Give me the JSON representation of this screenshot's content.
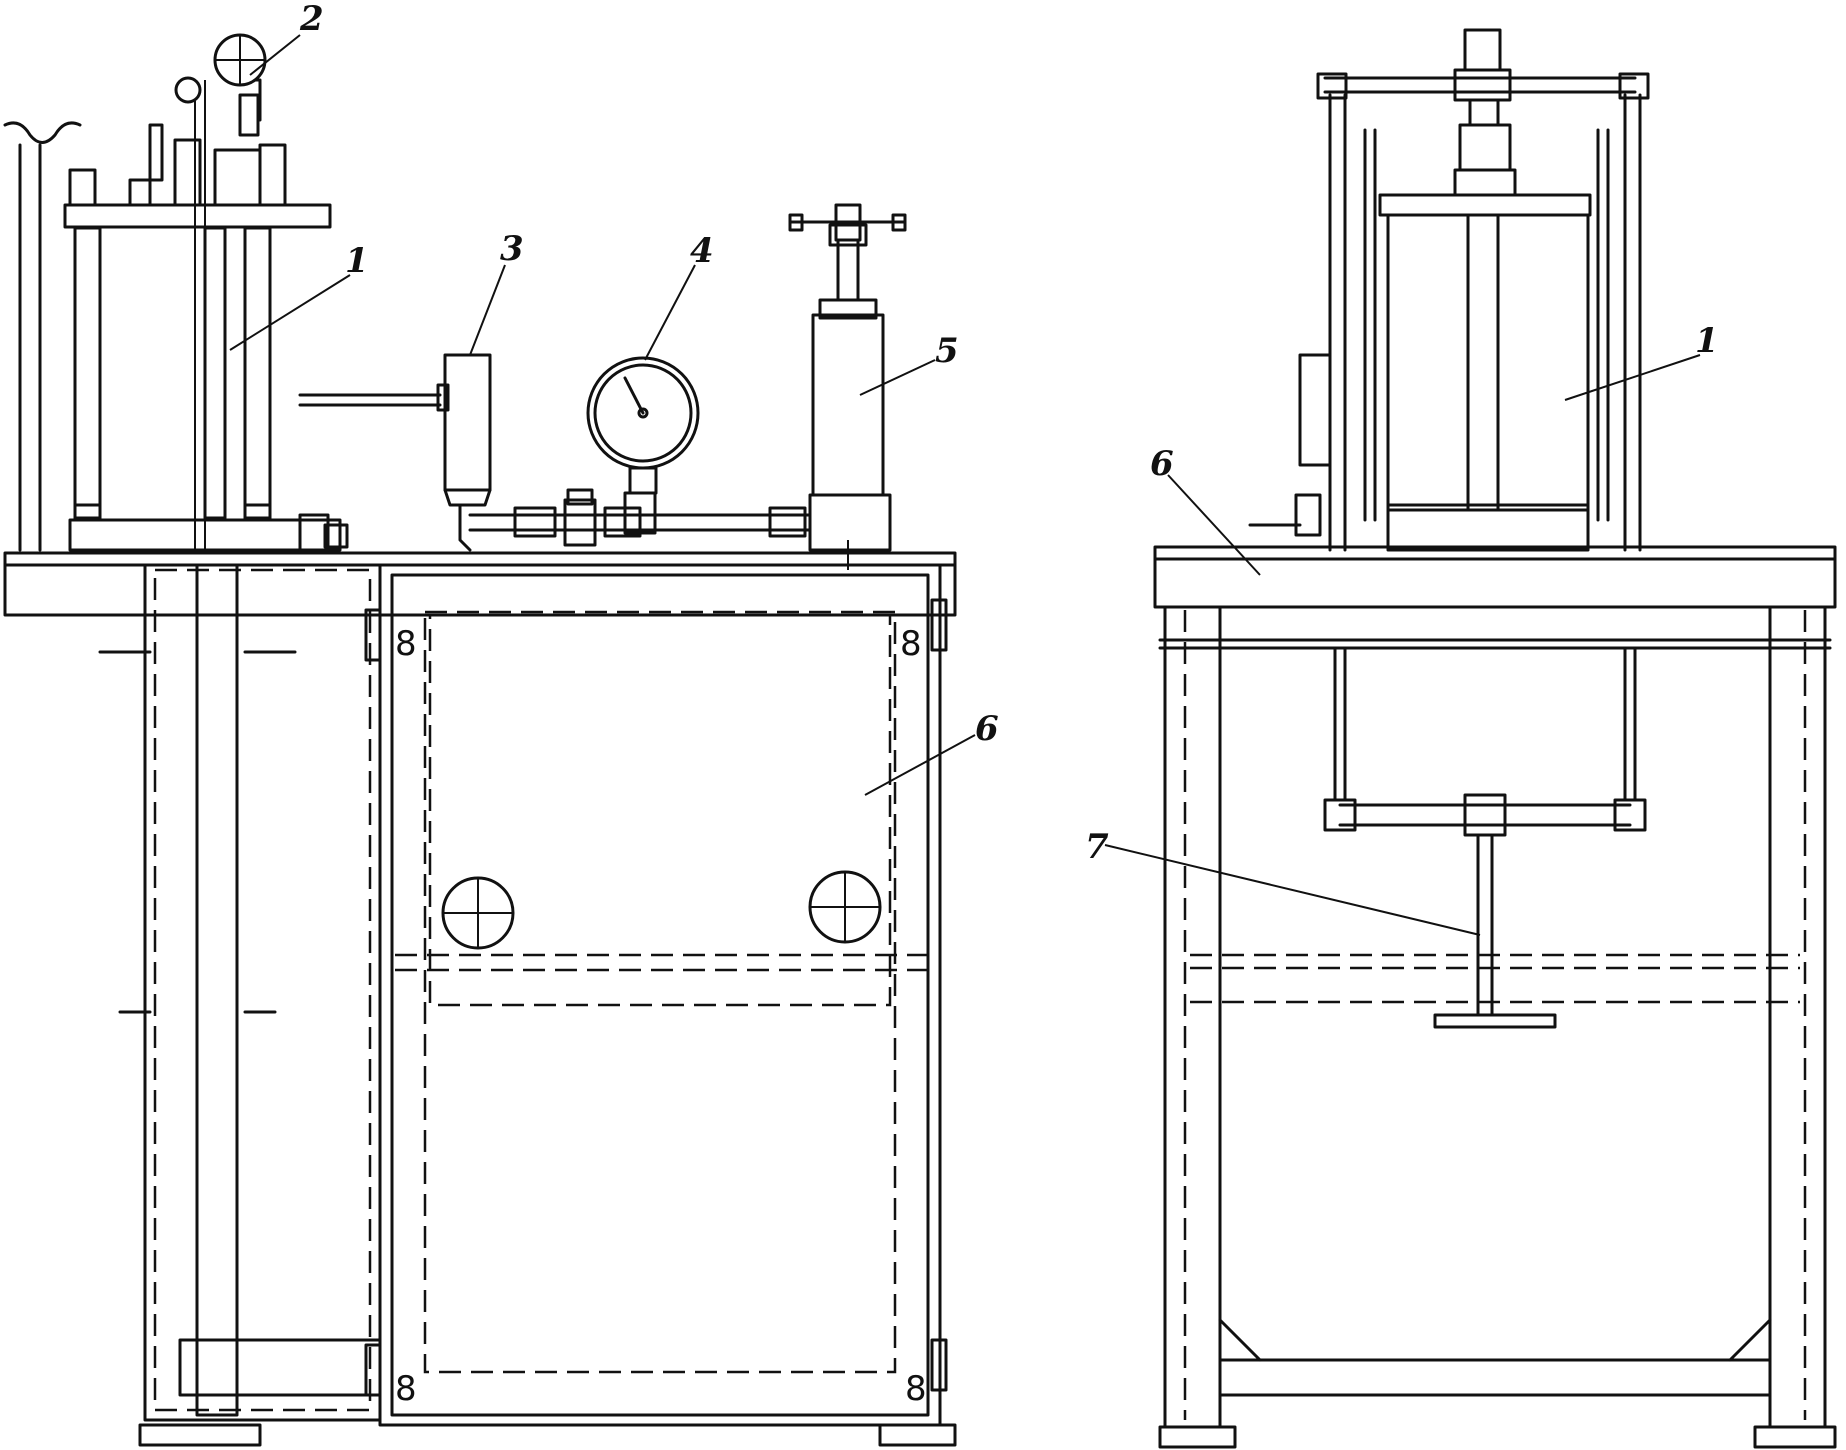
{
  "labels": {
    "front_1": "1",
    "front_2": "2",
    "front_3": "3",
    "front_4": "4",
    "front_5": "5",
    "front_6": "6",
    "side_1": "1",
    "side_6": "6",
    "side_7": "7"
  },
  "latch_mark": "8",
  "colors": {
    "line": "#111111",
    "paper": "#ffffff"
  }
}
